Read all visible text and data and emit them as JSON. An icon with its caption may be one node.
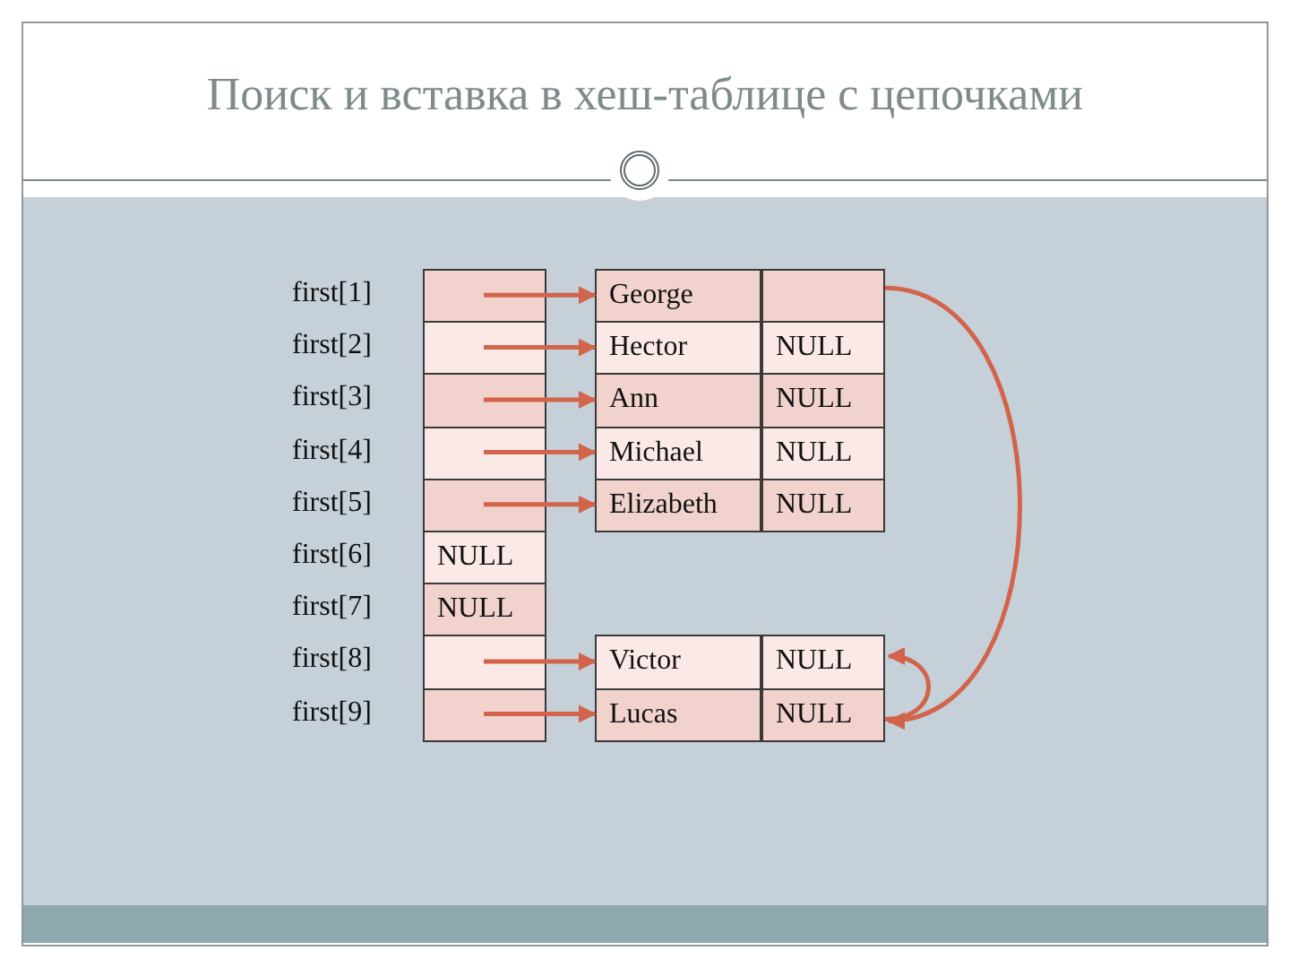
{
  "diagram": {
    "title": "Поиск и вставка в хеш-таблице с цепочками",
    "nodes": [
      {
        "text": [],
        "shape": "box",
        "beside": [
          "first[1]"
        ]
      },
      {
        "text": [],
        "shape": "box",
        "beside": [
          "first[2]"
        ]
      },
      {
        "text": [],
        "shape": "box",
        "beside": [
          "first[3]"
        ]
      },
      {
        "text": [],
        "shape": "box",
        "beside": [
          "first[4]"
        ]
      },
      {
        "text": [],
        "shape": "box",
        "beside": [
          "first[5]"
        ]
      },
      {
        "text": [
          "NULL"
        ],
        "beside": [
          "first[6]"
        ]
      },
      {
        "text": [
          "NULL"
        ],
        "beside": [
          "first[7]"
        ]
      },
      {
        "text": [],
        "shape": "box",
        "beside": [
          "first[8]"
        ]
      },
      {
        "text": [],
        "shape": "box",
        "beside": [
          "first[9]"
        ]
      },
      {
        "text": [
          "George"
        ]
      },
      {
        "text": [],
        "shape": "box"
      },
      {
        "text": [
          "Hector"
        ]
      },
      {
        "text": [
          "NULL"
        ]
      },
      {
        "text": [
          "Ann"
        ]
      },
      {
        "text": [
          "NULL"
        ]
      },
      {
        "text": [
          "Michael"
        ]
      },
      {
        "text": [
          "NULL"
        ]
      },
      {
        "text": [
          "Elizabeth"
        ]
      },
      {
        "text": [
          "NULL"
        ]
      },
      {
        "text": [
          "Victor"
        ]
      },
      {
        "text": [
          "NULL"
        ]
      },
      {
        "text": [
          "Lucas"
        ]
      },
      {
        "text": [
          "NULL"
        ]
      }
    ],
    "edges": [
      {
        "from": 0,
        "to": 9,
        "arrow": "to"
      },
      {
        "from": 1,
        "to": 11,
        "arrow": "to"
      },
      {
        "from": 2,
        "to": 13,
        "arrow": "to"
      },
      {
        "from": 3,
        "to": 15,
        "arrow": "to"
      },
      {
        "from": 4,
        "to": 17,
        "arrow": "to"
      },
      {
        "from": 7,
        "to": 19,
        "arrow": "to"
      },
      {
        "from": 8,
        "to": 21,
        "arrow": "to"
      },
      {
        "from": 10,
        "to": 22,
        "arrow": "to"
      },
      {
        "from": 22,
        "to": 20,
        "arrow": "to"
      }
    ]
  }
}
